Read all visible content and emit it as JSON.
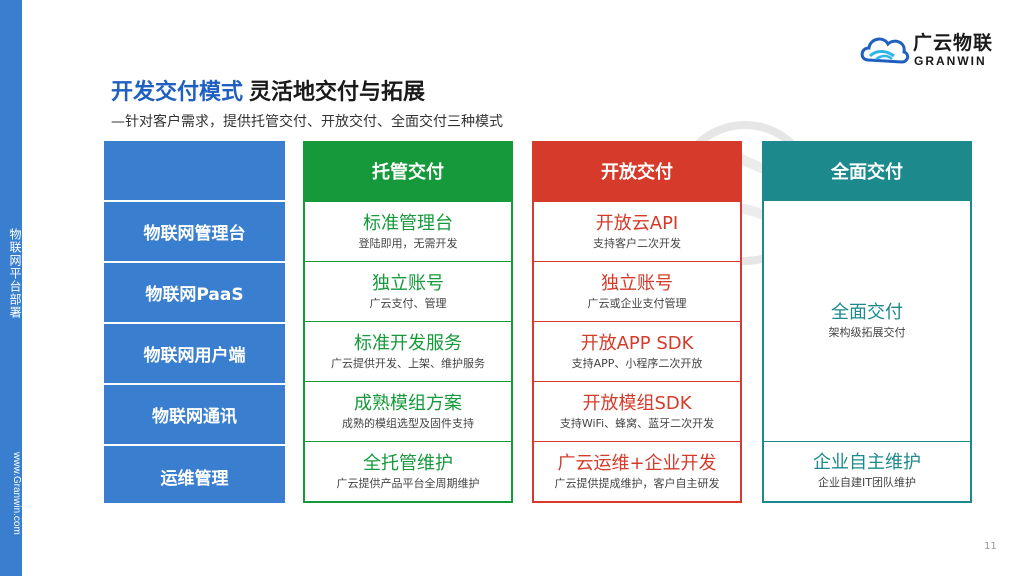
{
  "sidebar": {
    "title": "物联网平台部署",
    "url": "www.Granwin.com"
  },
  "logo": {
    "name": "广云物联",
    "sub": "GRANWIN"
  },
  "title": {
    "highlight": "开发交付模式",
    "rest": "灵活地交付与拓展"
  },
  "subtitle": "—针对客户需求，提供托管交付、开放交付、全面交付三种模式",
  "rows": [
    "物联网管理台",
    "物联网PaaS",
    "物联网用户端",
    "物联网通讯",
    "运维管理"
  ],
  "hosted": {
    "header": "托管交付",
    "cells": [
      {
        "main": "标准管理台",
        "sub": "登陆即用，无需开发"
      },
      {
        "main": "独立账号",
        "sub": "广云支付、管理"
      },
      {
        "main": "标准开发服务",
        "sub": "广云提供开发、上架、维护服务"
      },
      {
        "main": "成熟模组方案",
        "sub": "成熟的模组选型及固件支持"
      },
      {
        "main": "全托管维护",
        "sub": "广云提供产品平台全周期维护"
      }
    ]
  },
  "open": {
    "header": "开放交付",
    "cells": [
      {
        "main": "开放云API",
        "sub": "支持客户二次开发"
      },
      {
        "main": "独立账号",
        "sub": "广云或企业支付管理"
      },
      {
        "main": "开放APP SDK",
        "sub": "支持APP、小程序二次开放"
      },
      {
        "main": "开放模组SDK",
        "sub": "支持WiFi、蜂窝、蓝牙二次开发"
      },
      {
        "main": "广云运维+企业开发",
        "sub": "广云提供提成维护，客户自主研发"
      }
    ]
  },
  "full": {
    "header": "全面交付",
    "big": {
      "main": "全面交付",
      "sub": "架构级拓展交付"
    },
    "last": {
      "main": "企业自主维护",
      "sub": "企业自建IT团队维护"
    }
  },
  "page_number": "11",
  "colors": {
    "blue": "#3a7fcf",
    "green": "#15993b",
    "red": "#d53a2a",
    "teal": "#1c8a8c"
  }
}
